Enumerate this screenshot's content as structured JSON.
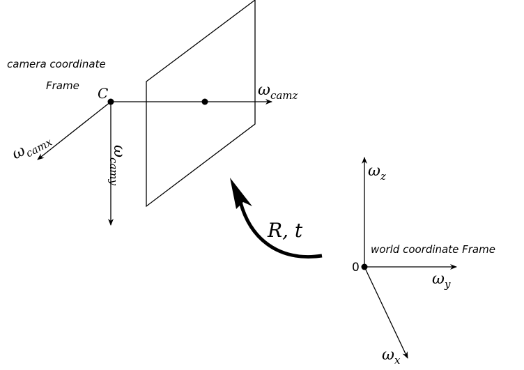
{
  "camera_frame": {
    "caption_line1": "camera coordinate",
    "caption_line2": "Frame",
    "center_label": "C",
    "axis_x": {
      "base": "ω",
      "sub": "camx"
    },
    "axis_y": {
      "base": "ω",
      "sub": "camy"
    },
    "axis_z": {
      "base": "ω",
      "sub": "camz"
    }
  },
  "transform": {
    "label": "R, t"
  },
  "world_frame": {
    "caption": "world coordinate Frame",
    "origin_label": "0",
    "axis_x": {
      "base": "ω",
      "sub": "x"
    },
    "axis_y": {
      "base": "ω",
      "sub": "y"
    },
    "axis_z": {
      "base": "ω",
      "sub": "z"
    }
  }
}
